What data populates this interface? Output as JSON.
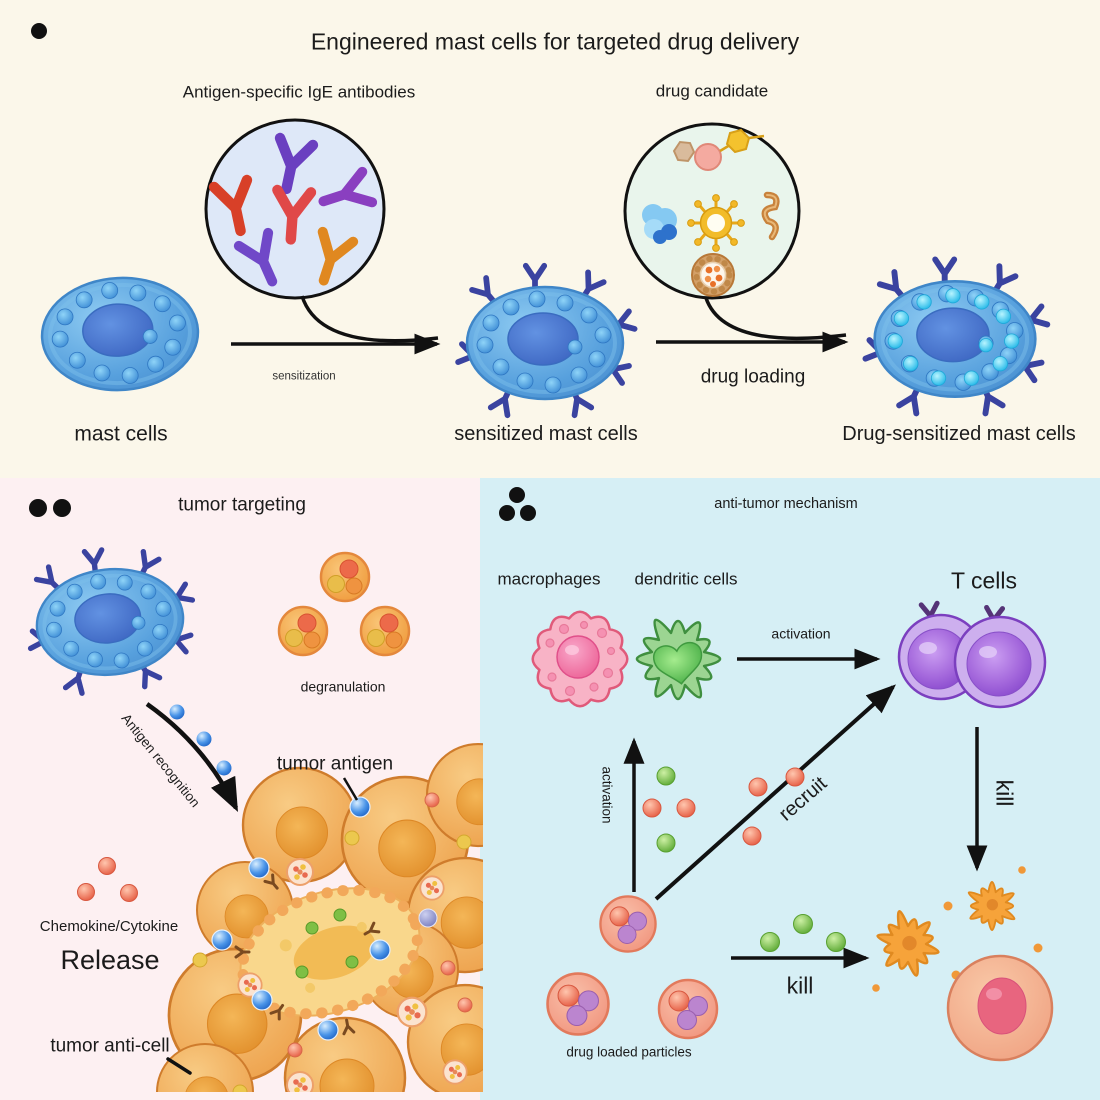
{
  "figure": {
    "title": "Engineered mast cells for targeted drug delivery"
  },
  "top_panel": {
    "marker_dot_count": 1,
    "ige_circle_label": "Antigen-specific IgE antibodies",
    "drug_circle_label": "drug candidate",
    "step1_arrow_label": "sensitization",
    "step2_arrow_label": "drug loading",
    "cell1_label": "mast cells",
    "cell2_label": "sensitized mast cells",
    "cell3_label": "Drug-sensitized mast cells"
  },
  "left_panel": {
    "marker_dot_count": 2,
    "title": "tumor targeting",
    "degranulation_label": "degranulation",
    "antigen_recognition_label": "Antigen recognition",
    "tumor_antigen_label": "tumor antigen",
    "chemokine_label": "Chemokine/Cytokine",
    "release_label": "Release",
    "tumor_anti_cell_label": "tumor anti-cell"
  },
  "right_panel": {
    "marker_dot_count": 3,
    "title": "anti-tumor mechanism",
    "macrophages_label": "macrophages",
    "dendritic_label": "dendritic cells",
    "t_cells_label": "T cells",
    "activation_arrow_label": "activation",
    "activation_vertical_label": "activation",
    "recruit_label": "recruit",
    "kill_vertical_label": "kill",
    "kill_horizontal_label": "kill",
    "drug_particles_label": "drug loaded particles"
  },
  "colors": {
    "panel_top_bg": "#fbf7ea",
    "panel_left_bg": "#fdf0f2",
    "panel_right_bg": "#d6eff5",
    "mast_cell_blue": "#57a0dd",
    "antibody_navy": "#3a43a0",
    "tumor_orange": "#efa348",
    "macrophage_pink": "#f8b3c6",
    "dendritic_green": "#9cd592",
    "t_cell_purple": "#9a5fd0",
    "particle_salmon": "#f5a58e",
    "text": "#1b1b1b"
  }
}
